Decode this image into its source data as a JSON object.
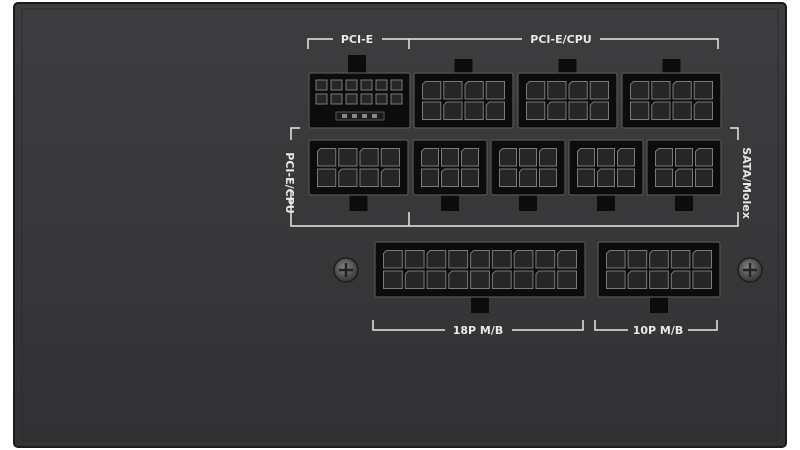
{
  "labels": {
    "pcie_top": "PCI-E",
    "pcie_cpu_top": "PCI-E/CPU",
    "pcie_cpu_left": "PCI-E/CPU",
    "sata_molex": "SATA/Molex",
    "mb18": "18P M/B",
    "mb10": "10P M/B"
  },
  "colors": {
    "panel": "#3a3a3c",
    "connector_shell": "#0c0c0c",
    "pin": "#262626",
    "silkscreen": "#e8e8e8"
  }
}
